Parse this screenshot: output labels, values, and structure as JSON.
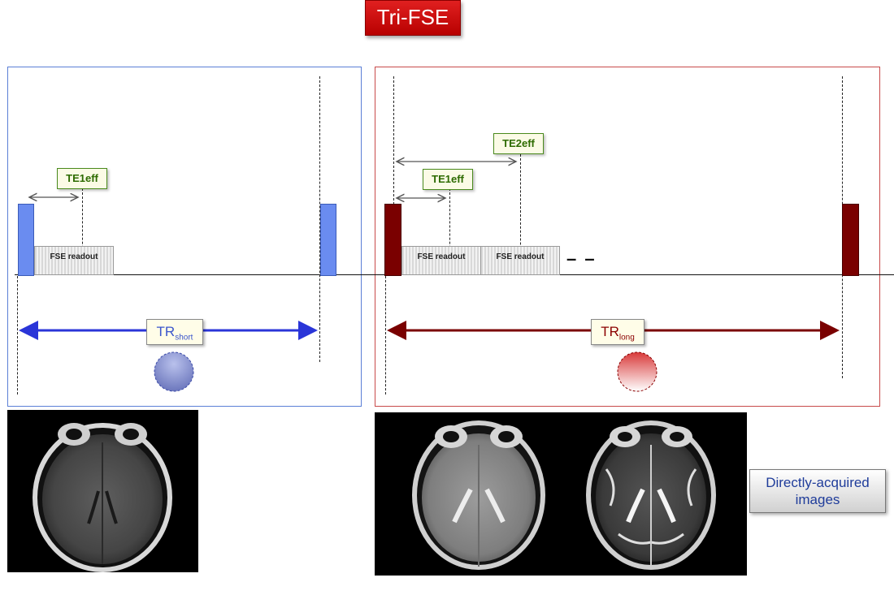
{
  "title": "Tri-FSE",
  "labels": {
    "te1eff": "TE1eff",
    "te2eff": "TE2eff",
    "fse_readout": "FSE readout",
    "tr_main": "TR",
    "tr_short_sub": "short",
    "tr_long_sub": "long",
    "continuation": "– –",
    "directly_acquired": "Directly-acquired images"
  },
  "colors": {
    "short_panel": "#5b7fd6",
    "long_panel": "#c84a4a",
    "short_arrow": "#2a35d8",
    "long_arrow": "#7a0000",
    "short_pulse": "#6a8cf0",
    "long_pulse": "#7a0000",
    "title_badge": "#c80000"
  },
  "images": [
    {
      "name": "mri-t1-weighted-image"
    },
    {
      "name": "mri-proton-density-image"
    },
    {
      "name": "mri-t2-weighted-image"
    }
  ]
}
